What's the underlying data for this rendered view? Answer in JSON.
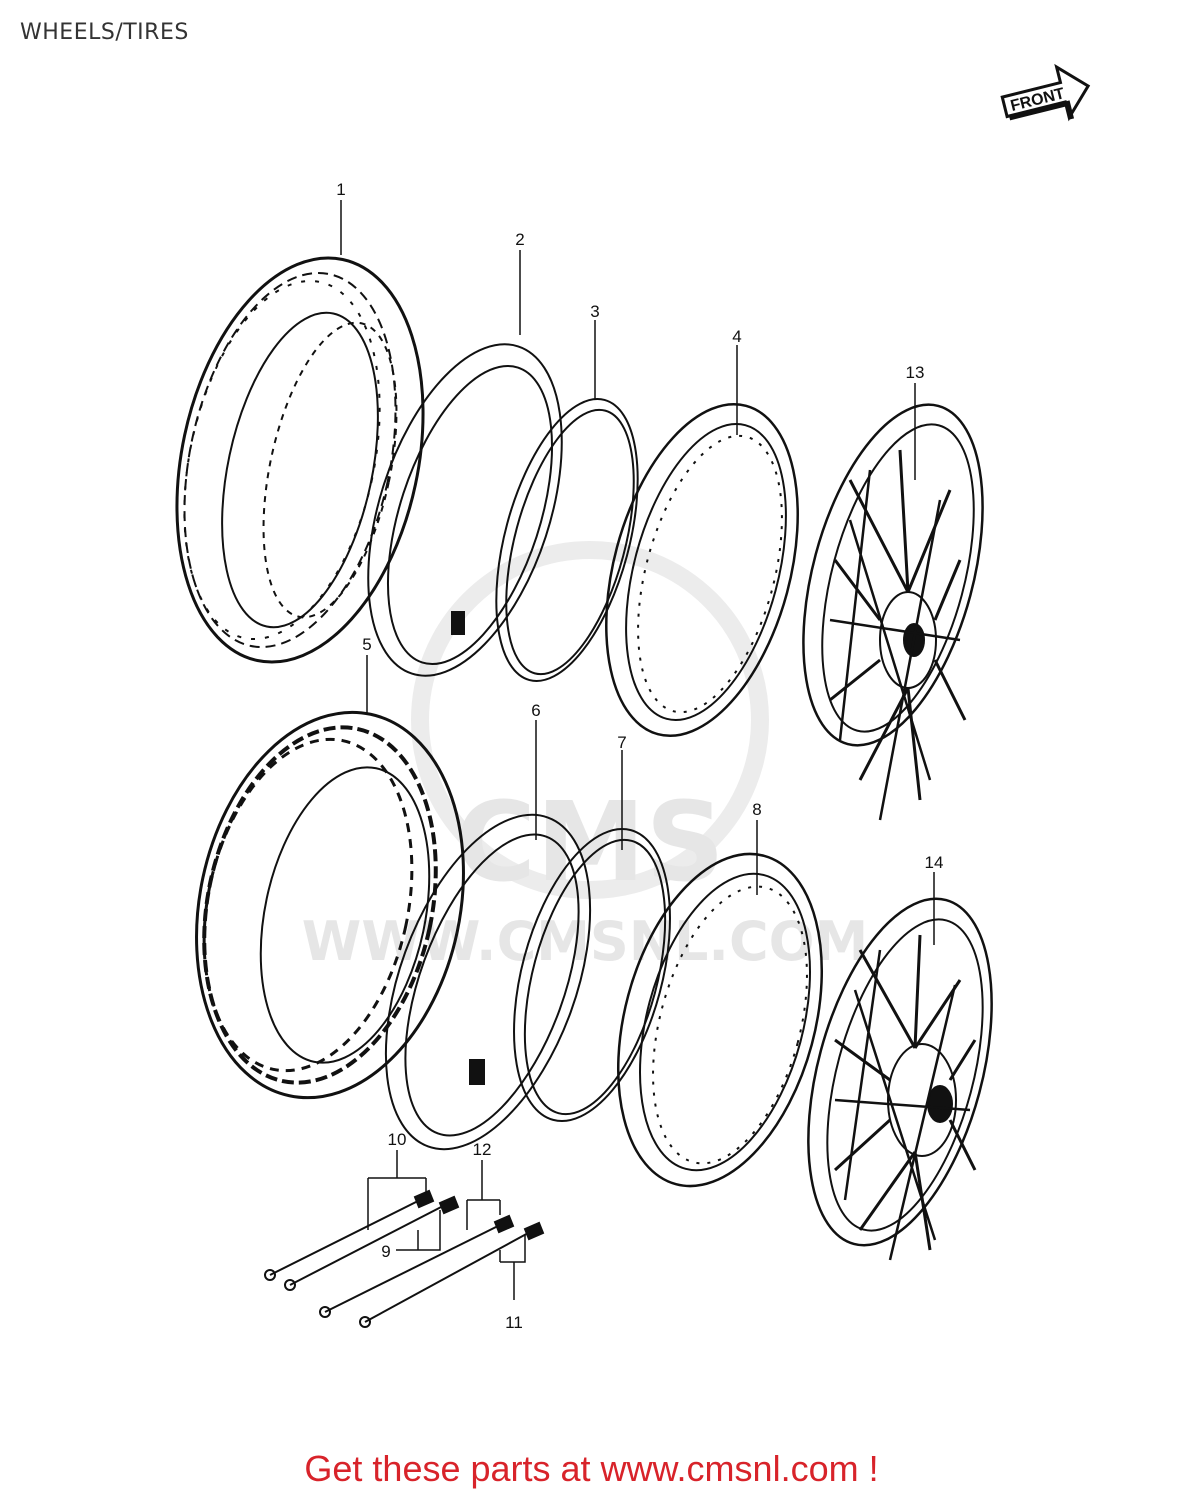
{
  "page": {
    "title": "WHEELS/TIRES",
    "front_label": "FRONT",
    "footer_link": "Get these parts at www.cmsnl.com !"
  },
  "watermark": {
    "logo": "CMS",
    "url": "WWW.CMSNL.COM"
  },
  "callouts": {
    "c1": "1",
    "c2": "2",
    "c3": "3",
    "c4": "4",
    "c5": "5",
    "c6": "6",
    "c7": "7",
    "c8": "8",
    "c9": "9",
    "c10": "10",
    "c11": "11",
    "c12": "12",
    "c13": "13",
    "c14": "14"
  },
  "colors": {
    "footer": "#d8232a",
    "line": "#111111",
    "watermark": "#e6e6e6"
  }
}
